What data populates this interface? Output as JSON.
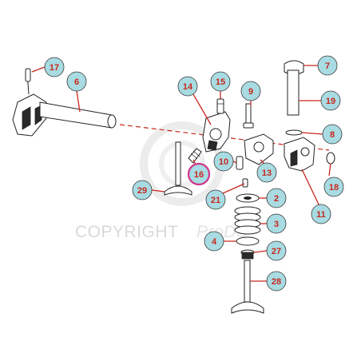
{
  "diagram": {
    "watermark": {
      "main": "COPYRIGHT",
      "brand": "ProDS"
    },
    "colors": {
      "callout_fill": "#a8dbe2",
      "callout_stroke": "#3a3a3a",
      "callout_text": "#c8281e",
      "highlight_ring": "#d0358a",
      "leader": "#c8281e",
      "watermark": "#d9d9d9"
    },
    "callouts": [
      {
        "id": "c17",
        "label": "17",
        "highlighted": false
      },
      {
        "id": "c6",
        "label": "6",
        "highlighted": false
      },
      {
        "id": "c14",
        "label": "14",
        "highlighted": false
      },
      {
        "id": "c15",
        "label": "15",
        "highlighted": false
      },
      {
        "id": "c9",
        "label": "9",
        "highlighted": false
      },
      {
        "id": "c7",
        "label": "7",
        "highlighted": false
      },
      {
        "id": "c19",
        "label": "19",
        "highlighted": false
      },
      {
        "id": "c8",
        "label": "8",
        "highlighted": false
      },
      {
        "id": "c10",
        "label": "10",
        "highlighted": false
      },
      {
        "id": "c13",
        "label": "13",
        "highlighted": false
      },
      {
        "id": "c16",
        "label": "16",
        "highlighted": true
      },
      {
        "id": "c29",
        "label": "29",
        "highlighted": false
      },
      {
        "id": "c21",
        "label": "21",
        "highlighted": false
      },
      {
        "id": "c2",
        "label": "2",
        "highlighted": false
      },
      {
        "id": "c18",
        "label": "18",
        "highlighted": false
      },
      {
        "id": "c11",
        "label": "11",
        "highlighted": false
      },
      {
        "id": "c3",
        "label": "3",
        "highlighted": false
      },
      {
        "id": "c4",
        "label": "4",
        "highlighted": false
      },
      {
        "id": "c27",
        "label": "27",
        "highlighted": false
      },
      {
        "id": "c28",
        "label": "28",
        "highlighted": false
      }
    ]
  }
}
